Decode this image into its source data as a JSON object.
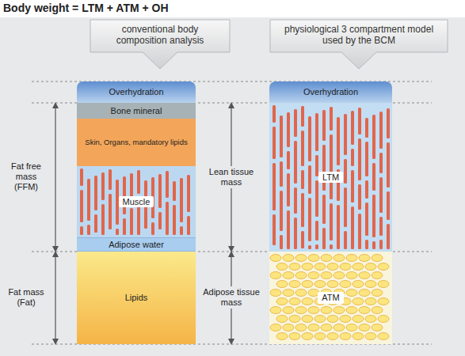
{
  "diagram": {
    "title": "Body weight = LTM + ATM + OH",
    "nodes": [
      {
        "text": [
          "conventional body composition analysis"
        ]
      },
      {
        "text": [
          "physiological 3 compartment model used by the BCM"
        ]
      },
      {
        "text": [
          "Overhydration"
        ]
      },
      {
        "text": [
          "Bone mineral"
        ]
      },
      {
        "text": [
          "Skin, Organs, mandatory lipids"
        ]
      },
      {
        "text": [
          "Muscle"
        ]
      },
      {
        "text": [
          "Adipose water"
        ]
      },
      {
        "text": [
          "Lipids"
        ]
      },
      {
        "text": [
          "Overhydration"
        ]
      },
      {
        "text": [
          "LTM"
        ]
      },
      {
        "text": [
          "ATM"
        ]
      }
    ],
    "labels": [
      "Fat free mass (FFM)",
      "Fat mass (Fat)",
      "Lean tissue mass",
      "Adipose tissue mass"
    ]
  }
}
